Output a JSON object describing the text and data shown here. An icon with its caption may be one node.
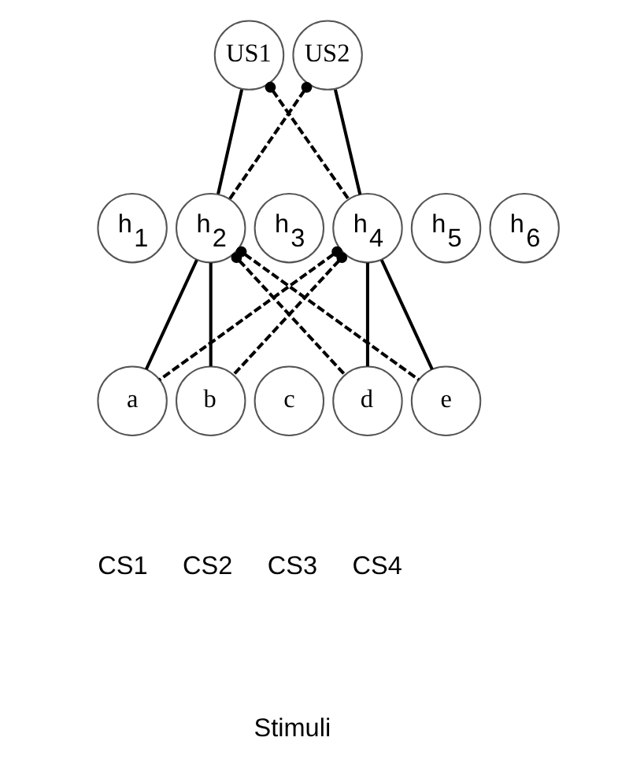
{
  "diagram": {
    "nodes": [
      {
        "text": [
          "US1"
        ]
      },
      {
        "text": [
          "US2"
        ]
      },
      {
        "text": [
          "h$_{1}$"
        ]
      },
      {
        "text": [
          "h$_{2}$"
        ]
      },
      {
        "text": [
          "h$_{3}$"
        ]
      },
      {
        "text": [
          "h$_{4}$"
        ]
      },
      {
        "text": [
          "h$_{5}$"
        ]
      },
      {
        "text": [
          "h$_{6}$"
        ]
      },
      {
        "text": [
          "a"
        ]
      },
      {
        "text": [
          "b"
        ]
      },
      {
        "text": [
          "c"
        ]
      },
      {
        "text": [
          "d"
        ]
      },
      {
        "text": [
          "e"
        ]
      }
    ],
    "edges": [
      {
        "from": 3,
        "to": 0,
        "arrow": "none"
      },
      {
        "from": 3,
        "to": 1,
        "arrow": "other",
        "style": "dashed"
      },
      {
        "from": 5,
        "to": 0,
        "arrow": "other",
        "style": "dashed"
      },
      {
        "from": 5,
        "to": 1,
        "arrow": "none"
      },
      {
        "from": 8,
        "to": 3,
        "arrow": "none"
      },
      {
        "from": 9,
        "to": 3,
        "arrow": "none"
      },
      {
        "from": 11,
        "to": 3,
        "arrow": "other",
        "style": "dashed"
      },
      {
        "from": 12,
        "to": 3,
        "arrow": "other",
        "style": "dashed"
      },
      {
        "from": 8,
        "to": 5,
        "arrow": "other",
        "style": "dashed"
      },
      {
        "from": 9,
        "to": 5,
        "arrow": "other",
        "style": "dashed"
      },
      {
        "from": 11,
        "to": 5,
        "arrow": "none"
      },
      {
        "from": 12,
        "to": 5,
        "arrow": "none"
      }
    ],
    "labels": [
      "CS1",
      "CS2",
      "CS3",
      "CS4",
      "Stimuli"
    ]
  }
}
